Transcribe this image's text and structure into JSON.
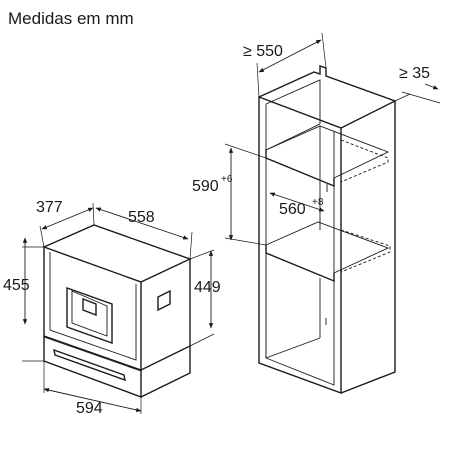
{
  "title": "Medidas em mm",
  "appliance": {
    "depth": "377",
    "width": "558",
    "height_front": "455",
    "height_niche": "449",
    "front_width": "594"
  },
  "cabinet": {
    "width": "≥ 550",
    "gap": "≥ 35",
    "niche_height": "590",
    "niche_height_tol": "+6",
    "niche_width": "560",
    "niche_width_tol": "+8"
  },
  "colors": {
    "line": "#1a1a1a",
    "background": "#ffffff"
  }
}
